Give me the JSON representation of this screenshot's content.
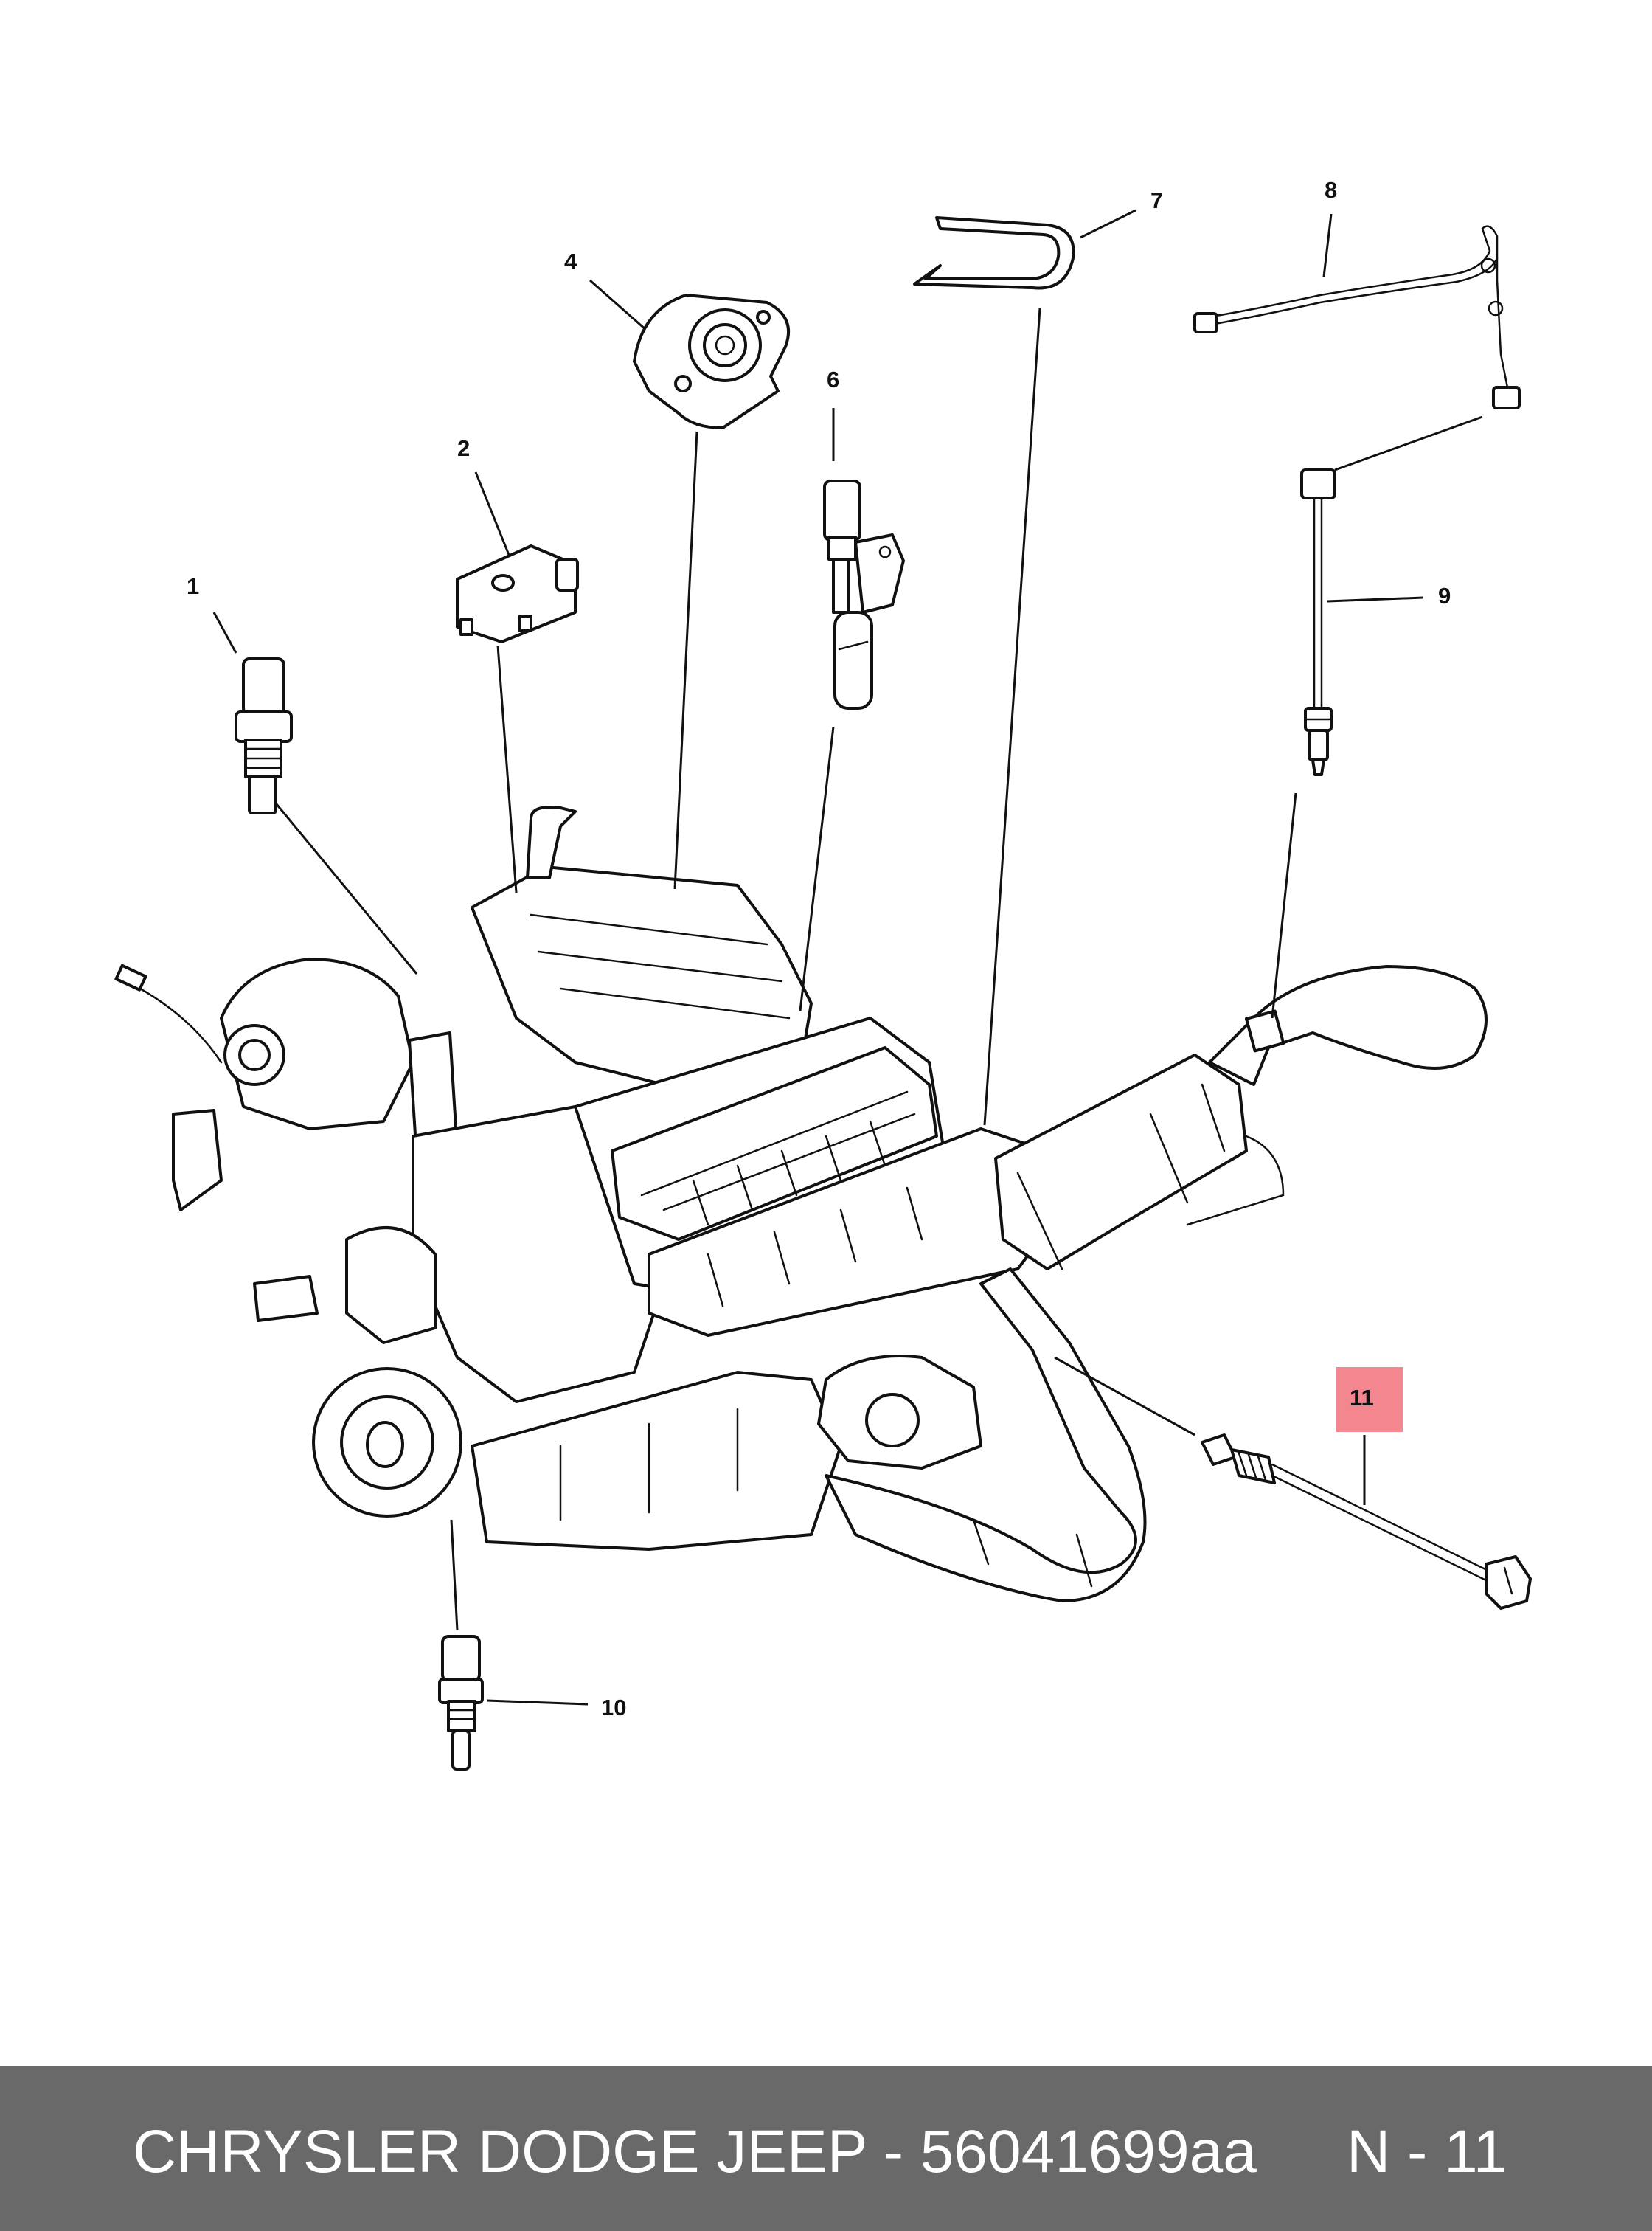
{
  "diagram": {
    "callouts": [
      {
        "id": "1",
        "label": "1"
      },
      {
        "id": "2",
        "label": "2"
      },
      {
        "id": "4",
        "label": "4"
      },
      {
        "id": "6",
        "label": "6"
      },
      {
        "id": "7",
        "label": "7"
      },
      {
        "id": "8",
        "label": "8"
      },
      {
        "id": "9",
        "label": "9"
      },
      {
        "id": "10",
        "label": "10"
      },
      {
        "id": "11",
        "label": "11"
      }
    ],
    "highlight_color": "#f4868f"
  },
  "footer": {
    "brand_and_part": "CHRYSLER DODGE JEEP - 56041699aa",
    "code": "N - 11",
    "background_color": "#696969"
  }
}
